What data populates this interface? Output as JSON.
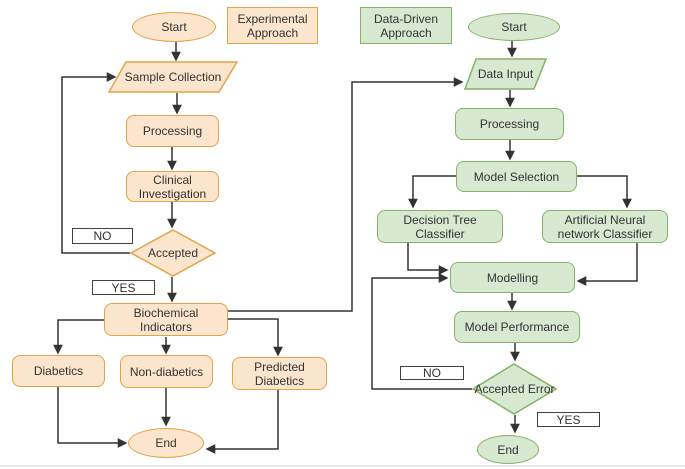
{
  "colors": {
    "orange_fill": "#FBE5CD",
    "orange_stroke": "#DFA44A",
    "green_fill": "#D7E9D1",
    "green_stroke": "#85B268",
    "line": "#333333",
    "text": "#333333",
    "label_fill": "#FFFFFF",
    "label_stroke": "#404040"
  },
  "experimental": {
    "badge": "Experimental Approach",
    "start": "Start",
    "sample_collection": "Sample Collection",
    "processing": "Processing",
    "clinical_investigation": "Clinical Investigation",
    "accepted": "Accepted",
    "no": "NO",
    "yes": "YES",
    "biochemical_indicators": "Biochemical Indicators",
    "diabetics": "Diabetics",
    "non_diabetics": "Non-diabetics",
    "predicted_diabetics": "Predicted Diabetics",
    "end": "End"
  },
  "data_driven": {
    "badge": "Data-Driven Approach",
    "start": "Start",
    "data_input": "Data Input",
    "processing": "Processing",
    "model_selection": "Model Selection",
    "decision_tree": "Decision Tree Classifier",
    "ann": "Artificial Neural network Classifier",
    "modelling": "Modelling",
    "model_performance": "Model Performance",
    "accepted_error": "Accepted Error",
    "no": "NO",
    "yes": "YES",
    "end": "End"
  }
}
